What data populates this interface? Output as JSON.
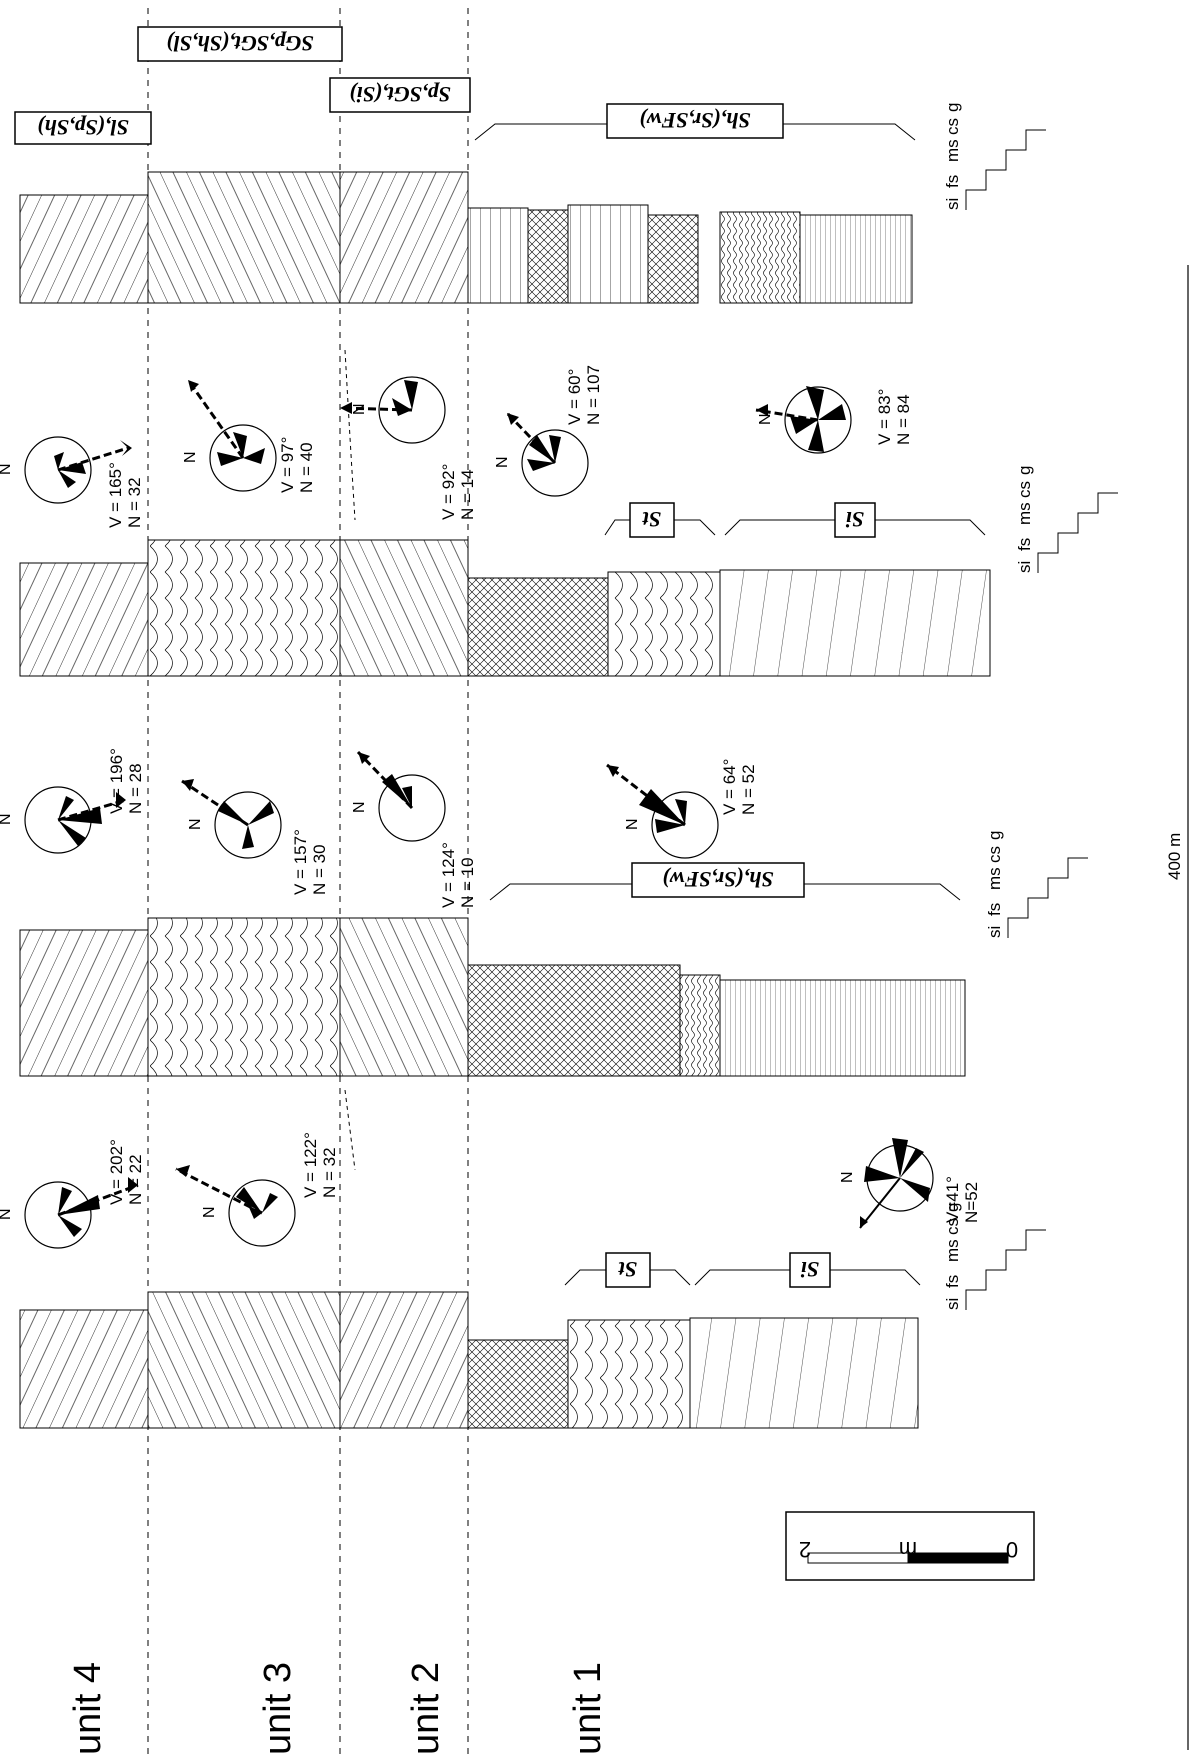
{
  "units": [
    "unit 4",
    "unit 3",
    "unit 2",
    "unit 1"
  ],
  "scale_bar": {
    "labels": [
      "2",
      "m",
      "0"
    ]
  },
  "distance_label": "400 m",
  "grain_size_labels": [
    "si",
    "fs",
    "ms",
    "cs",
    "g"
  ],
  "facies_labels": [
    {
      "text": "Sl,(Sp,Sh)"
    },
    {
      "text": "SGp,SGt,(Sh,Sl)"
    },
    {
      "text": "Sp,SGt,(Si)"
    },
    {
      "text": "Sh,(Sr,SFw)"
    },
    {
      "text": "St"
    },
    {
      "text": "Si"
    },
    {
      "text": "Sh,(Sr,SFw)"
    },
    {
      "text": "St"
    },
    {
      "text": "Si"
    }
  ],
  "rose_diagrams": [
    {
      "north": "N",
      "V": "V = 165°",
      "N": "N = 32"
    },
    {
      "north": "N",
      "V": "V = 97°",
      "N": "N = 40"
    },
    {
      "north": "N",
      "V": "V = 92°",
      "N": "N = 14"
    },
    {
      "north": "N",
      "V": "V = 60°",
      "N": "N = 107"
    },
    {
      "north": "N",
      "V": "V = 83°",
      "N": "N = 84"
    },
    {
      "north": "N",
      "V": "V = 196°",
      "N": "N = 28"
    },
    {
      "north": "N",
      "V": "V = 157°",
      "N": "N = 30"
    },
    {
      "north": "N",
      "V": "V = 124°",
      "N": "N = 10"
    },
    {
      "north": "N",
      "V": "V = 64°",
      "N": "N = 52"
    },
    {
      "north": "N",
      "V": "V = 202°",
      "N": "N = 22"
    },
    {
      "north": "N",
      "V": "V = 122°",
      "N": "N = 32"
    },
    {
      "north": "N",
      "V": "V=41°",
      "N": "N=52"
    }
  ]
}
